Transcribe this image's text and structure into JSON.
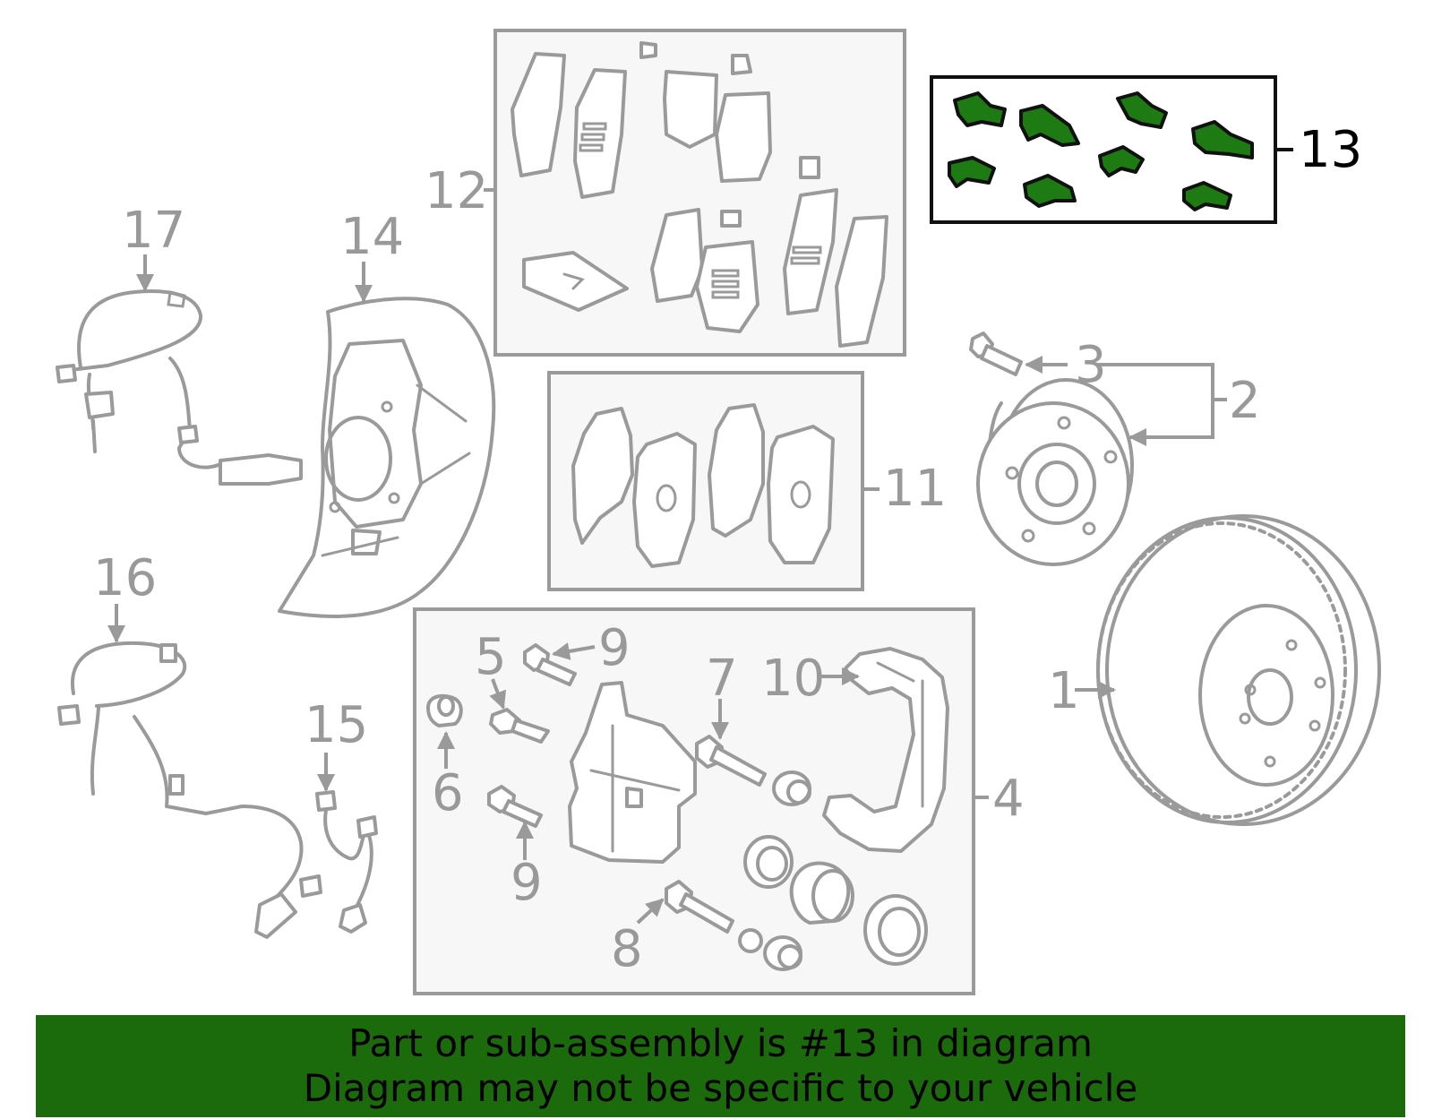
{
  "callouts": {
    "c1": "1",
    "c2": "2",
    "c3": "3",
    "c4": "4",
    "c5": "5",
    "c6": "6",
    "c7": "7",
    "c8": "8",
    "c9a": "9",
    "c9b": "9",
    "c10": "10",
    "c11": "11",
    "c12": "12",
    "c13": "13",
    "c14": "14",
    "c15": "15",
    "c16": "16",
    "c17": "17"
  },
  "highlight": {
    "part_number": "13",
    "color": "#1e7a12"
  },
  "banner": {
    "line1": "Part or sub-assembly is #13 in diagram",
    "line2": "Diagram may not be specific to your vehicle",
    "color": "#1b6a0c"
  }
}
